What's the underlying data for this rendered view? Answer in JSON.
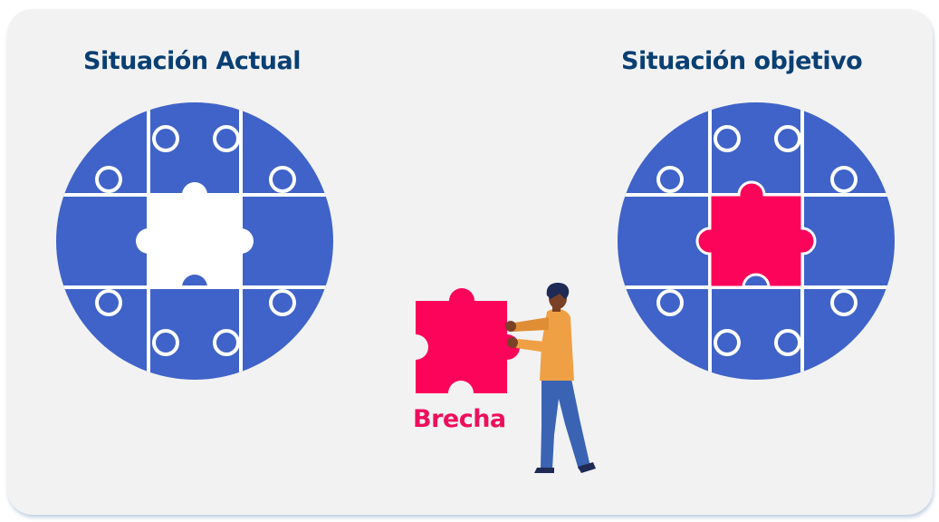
{
  "titles": {
    "current": "Situación Actual",
    "target": "Situación objetivo"
  },
  "gap_label": "Brecha",
  "colors": {
    "title_text": "#0a3f73",
    "puzzle_blue": "#3f63c8",
    "puzzle_pink": "#fc045a",
    "gap_text": "#ee0f5c",
    "card_background": "#f2f2f3"
  }
}
